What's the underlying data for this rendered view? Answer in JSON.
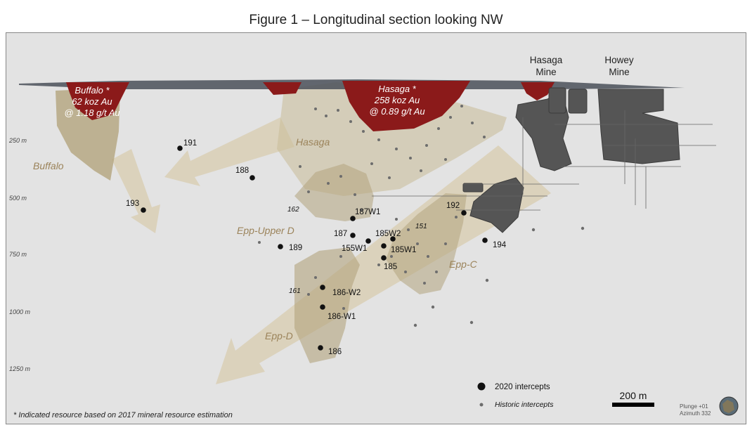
{
  "title": "Figure 1 – Longitudinal section looking NW",
  "mines": [
    {
      "line1": "Hasaga",
      "line2": "Mine"
    },
    {
      "line1": "Howey",
      "line2": "Mine"
    }
  ],
  "resources": [
    {
      "line1": "Buffalo *",
      "line2": "62 koz Au",
      "line3": "@ 1.18 g/t Au"
    },
    {
      "line1": "Hasaga *",
      "line2": "258 koz Au",
      "line3": "@ 0.89 g/t Au"
    }
  ],
  "depth_labels": [
    "250 m",
    "500 m",
    "750 m",
    "1000 m",
    "1250 m"
  ],
  "zones": [
    "Buffalo",
    "Hasaga",
    "Epp-Upper D",
    "Epp-C",
    "Epp-D"
  ],
  "hole_labels": [
    "191",
    "188",
    "193",
    "187W1",
    "187",
    "185W2",
    "155W1",
    "189",
    "185W1",
    "185",
    "192",
    "194",
    "186-W2",
    "186-W1",
    "186"
  ],
  "italic_labels": [
    "162",
    "151",
    "161"
  ],
  "legend": {
    "major": "2020 intercepts",
    "minor": "Historic intercepts"
  },
  "scale_bar": "200 m",
  "plunge": {
    "line1": "Plunge +01",
    "line2": "Azimuth 332"
  },
  "footnote": "* Indicated resource based on 2017 mineral resource estimation",
  "colors": {
    "background": "#e3e3e3",
    "resource": "#8b1a1a",
    "zone_fill": "#b3a47d",
    "arrow": "#d9cfb5",
    "workings": "#555555"
  }
}
